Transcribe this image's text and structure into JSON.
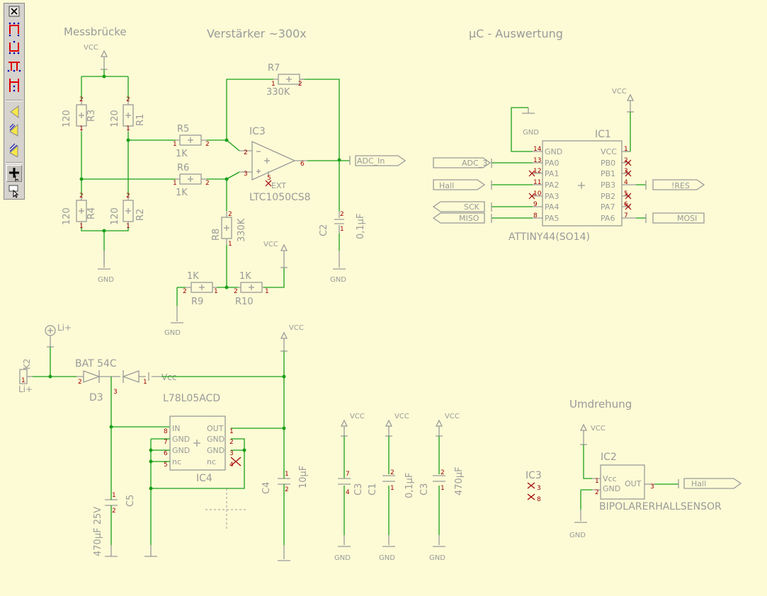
{
  "toolbar": {
    "buttons": [
      {
        "name": "close-button",
        "icon": "close-icon",
        "label": "×"
      },
      {
        "name": "wire-tool",
        "icon": "wire-icon"
      },
      {
        "name": "net-tool",
        "icon": "net-icon"
      },
      {
        "name": "bus-tool",
        "icon": "bus-icon"
      },
      {
        "name": "junction-tool",
        "icon": "junction-icon"
      },
      {
        "name": "label-tool",
        "icon": "label-icon"
      },
      {
        "name": "pin-tool",
        "icon": "pin-icon"
      },
      {
        "name": "add-tool",
        "icon": "plus-cursor-icon"
      },
      {
        "name": "select-tool",
        "icon": "cursor-icon"
      }
    ]
  },
  "sections": {
    "bridge": "Messbrücke",
    "amplifier": "Verstärker ~300x",
    "uc": "µC - Auswertung",
    "rotation": "Umdrehung"
  },
  "labels": {
    "vcc": "VCC",
    "gnd": "GND",
    "adc_in": "ADC_In",
    "hall": "Hall",
    "res": "!RES",
    "mosi": "MOSI",
    "sck": "SCK",
    "miso": "MISO",
    "adc_3": "ADC_3",
    "li_plus": "Li+",
    "vcc_arrow": "Vcc",
    "r1_name": "R1",
    "r1_val": "120",
    "r2_name": "R2",
    "r2_val": "120",
    "r3_name": "R3",
    "r3_val": "120",
    "r4_name": "R4",
    "r4_val": "120",
    "r5_name": "R5",
    "r5_val": "1K",
    "r6_name": "R6",
    "r6_val": "1K",
    "r7_name": "R7",
    "r7_val": "330K",
    "r8_name": "R8",
    "r8_val": "330K",
    "r9_name": "R9",
    "r9_val": "1K",
    "r10_name": "R10",
    "r10_val": "1K",
    "ic3_name": "IC3",
    "ic3_val": "LTC1050CS8",
    "ic3_ext": "EXT",
    "c2_name": "C2",
    "c2_val": "0,1µF",
    "ic1_name": "IC1",
    "ic1_val": "ATTINY44(SO14)",
    "k2_name": "K2",
    "d3_name": "D3",
    "d3_val": "BAT 54C",
    "ic4_name": "IC4",
    "ic4_val": "L78L05ACD",
    "c5_name": "C5",
    "c5_val": "470µF 25V",
    "c4_name": "C4",
    "c4_val": "10µF",
    "c3a_name": "C3",
    "c1_name": "C1",
    "c1_val": "0,1µF",
    "c3_name": "C3",
    "c3_val": "470µF",
    "ic2_name": "IC2",
    "ic2_val": "BIPOLARERHALLSENSOR"
  },
  "ic1_pins_left": [
    "GND",
    "PA0",
    "PA1",
    "PA2",
    "PA3",
    "PA4",
    "PA5"
  ],
  "ic1_nums_left": [
    "14",
    "13",
    "12",
    "11",
    "10",
    "9",
    "8"
  ],
  "ic1_pins_right": [
    "VCC",
    "PB0",
    "PB1",
    "PB3",
    "PB2",
    "PA7",
    "PA6"
  ],
  "ic1_nums_right": [
    "1",
    "2",
    "3",
    "4",
    "5",
    "6",
    "7"
  ],
  "ic4_pins_left": [
    "IN",
    "GND",
    "GND",
    "nc"
  ],
  "ic4_nums_left": [
    "8",
    "7",
    "6",
    "5"
  ],
  "ic4_pins_right": [
    "OUT",
    "GND",
    "GND",
    "nc"
  ],
  "ic4_nums_right": [
    "1",
    "2",
    "3",
    "4"
  ],
  "ic2_pins": {
    "vcc": "Vcc",
    "gnd": "GND",
    "out": "OUT"
  },
  "colors": {
    "background": "#fcfbd5",
    "wire": "#1aa01a",
    "part": "#9a9a9a",
    "pin_number": "#a00000",
    "toolbar": "#d6d3ce"
  }
}
